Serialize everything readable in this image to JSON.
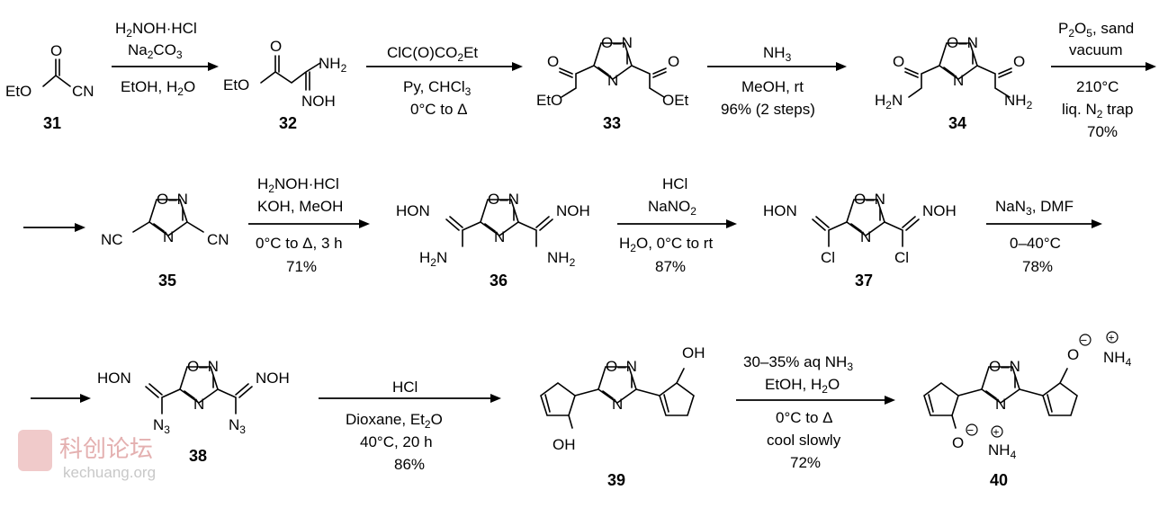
{
  "compounds": {
    "c31": "31",
    "c32": "32",
    "c33": "33",
    "c34": "34",
    "c35": "35",
    "c36": "36",
    "c37": "37",
    "c38": "38",
    "c39": "39",
    "c40": "40"
  },
  "atoms": {
    "O": "O",
    "EtO": "EtO",
    "OEt": "OEt",
    "CN": "CN",
    "NC": "NC",
    "NH2": "NH",
    "H2N": "H",
    "NOH": "NOH",
    "HON": "HON",
    "ON": "O–N",
    "N": "N",
    "Cl": "Cl",
    "N3": "N",
    "OH": "OH",
    "NH4": "NH",
    "sub2": "2",
    "sub3": "3",
    "sub4": "4",
    "minus": "−",
    "plus": "+"
  },
  "steps": {
    "s1": {
      "above1": "H",
      "above1b": "NOH·HCl",
      "above2": "Na",
      "above2b": "CO",
      "below": "EtOH, H",
      "below_b": "O"
    },
    "s2": {
      "above": "ClC(O)CO",
      "above_b": "Et",
      "below1": "Py, CHCl",
      "below2": "0°C to Δ"
    },
    "s3": {
      "above": "NH",
      "below1": "MeOH, rt",
      "below2": "96% (2 steps)"
    },
    "s4": {
      "above1": "P",
      "above1b": "O",
      "above1c": ", sand",
      "above2": "vacuum",
      "below1": "210°C",
      "below2": "liq. N",
      "below2b": " trap",
      "below3": "70%"
    },
    "s5": {
      "above1": "H",
      "above1b": "NOH·HCl",
      "above2": "KOH, MeOH",
      "below1": "0°C to Δ, 3 h",
      "below2": "71%"
    },
    "s6": {
      "above1": "HCl",
      "above2": "NaNO",
      "below1": "H",
      "below1b": "O,  0°C to rt",
      "below2": "87%"
    },
    "s7": {
      "above": "NaN",
      "above_b": ", DMF",
      "below1": "0–40°C",
      "below2": "78%"
    },
    "s8": {
      "above": "HCl",
      "below1": "Dioxane, Et",
      "below1b": "O",
      "below2": "40°C, 20 h",
      "below3": "86%"
    },
    "s9": {
      "above1": "30–35% aq NH",
      "above2": "EtOH,  H",
      "above2b": "O",
      "below1": "0°C to Δ",
      "below2": "cool slowly",
      "below3": "72%"
    }
  },
  "watermark": {
    "text": "科创论坛",
    "url": "kechuang.org"
  }
}
